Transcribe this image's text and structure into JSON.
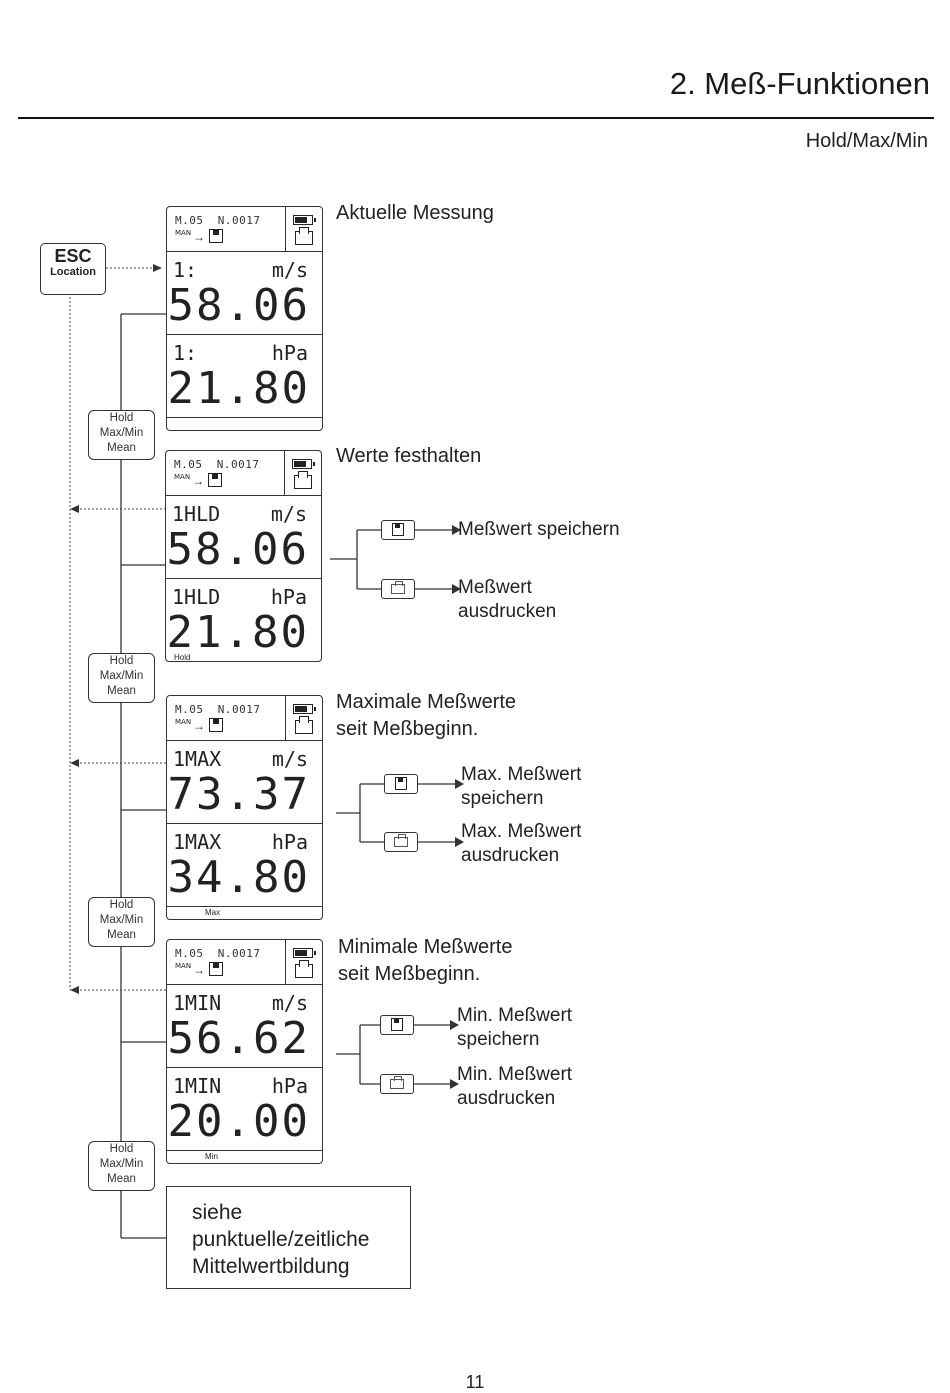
{
  "header": {
    "chapter": "2. Meß-Funktionen",
    "section": "Hold/Max/Min"
  },
  "esc_key": {
    "label": "ESC",
    "sublabel": "Location"
  },
  "hold_key": {
    "line1": "Hold",
    "line2": "Max/Min",
    "line3": "Mean"
  },
  "lcd_common": {
    "memory": "M.05",
    "number": "N.0017",
    "mode": "MAN"
  },
  "screens": [
    {
      "title": "Aktuelle Messung",
      "ch1": {
        "label": "1:",
        "unit": "m/s",
        "value": "58.06"
      },
      "ch2": {
        "label": "1:",
        "unit": "hPa",
        "value": "21.80"
      },
      "status": ""
    },
    {
      "title": "Werte festhalten",
      "ch1": {
        "label": "1HLD",
        "unit": "m/s",
        "value": "58.06"
      },
      "ch2": {
        "label": "1HLD",
        "unit": "hPa",
        "value": "21.80"
      },
      "status": "Hold",
      "save_text": [
        "Meßwert speichern"
      ],
      "print_text": [
        "Meßwert",
        "ausdrucken"
      ]
    },
    {
      "title_lines": [
        "Maximale Meßwerte",
        "seit Meßbeginn."
      ],
      "ch1": {
        "label": "1MAX",
        "unit": "m/s",
        "value": "73.37"
      },
      "ch2": {
        "label": "1MAX",
        "unit": "hPa",
        "value": "34.80"
      },
      "status": "Max",
      "save_text": [
        "Max. Meßwert",
        "speichern"
      ],
      "print_text": [
        "Max. Meßwert",
        "ausdrucken"
      ]
    },
    {
      "title_lines": [
        "Minimale Meßwerte",
        "seit Meßbeginn."
      ],
      "ch1": {
        "label": "1MIN",
        "unit": "m/s",
        "value": "56.62"
      },
      "ch2": {
        "label": "1MIN",
        "unit": "hPa",
        "value": "20.00"
      },
      "status": "Min",
      "save_text": [
        "Min. Meßwert",
        "speichern"
      ],
      "print_text": [
        "Min. Meßwert",
        "ausdrucken"
      ]
    }
  ],
  "note": {
    "line1": "siehe",
    "line2": "punktuelle/zeitliche",
    "line3": "Mittelwertbildung"
  },
  "page_number": "11"
}
